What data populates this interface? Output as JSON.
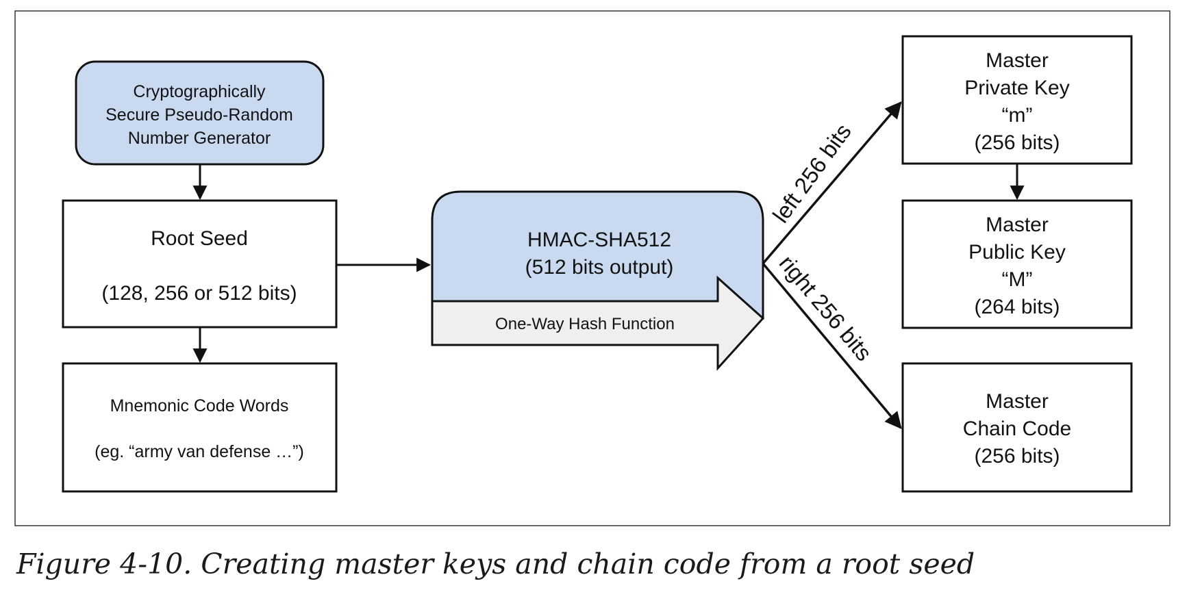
{
  "diagram": {
    "csprng": {
      "lines": [
        "Cryptographically",
        "Secure Pseudo-Random",
        "Number Generator"
      ]
    },
    "root_seed": {
      "title": "Root Seed",
      "detail": "(128, 256 or 512 bits)"
    },
    "mnemonic": {
      "title": "Mnemonic Code Words",
      "detail": "(eg. “army van defense …”)"
    },
    "hmac": {
      "title": "HMAC-SHA512",
      "detail": "(512 bits output)",
      "arrow_label": "One-Way Hash Function"
    },
    "private_key": {
      "lines": [
        "Master",
        "Private Key",
        "“m”",
        "(256 bits)"
      ]
    },
    "public_key": {
      "lines": [
        "Master",
        "Public Key",
        "“M”",
        "(264 bits)"
      ]
    },
    "chain_code": {
      "lines": [
        "Master",
        "Chain Code",
        "(256 bits)"
      ]
    },
    "edges": {
      "left_label": "left 256 bits",
      "right_label": "right 256 bits"
    }
  },
  "caption": "Figure 4-10. Creating master keys and chain code from a root seed",
  "colors": {
    "blue_fill": "#c9daf0",
    "gray_fill": "#efefef",
    "stroke": "#111111"
  }
}
